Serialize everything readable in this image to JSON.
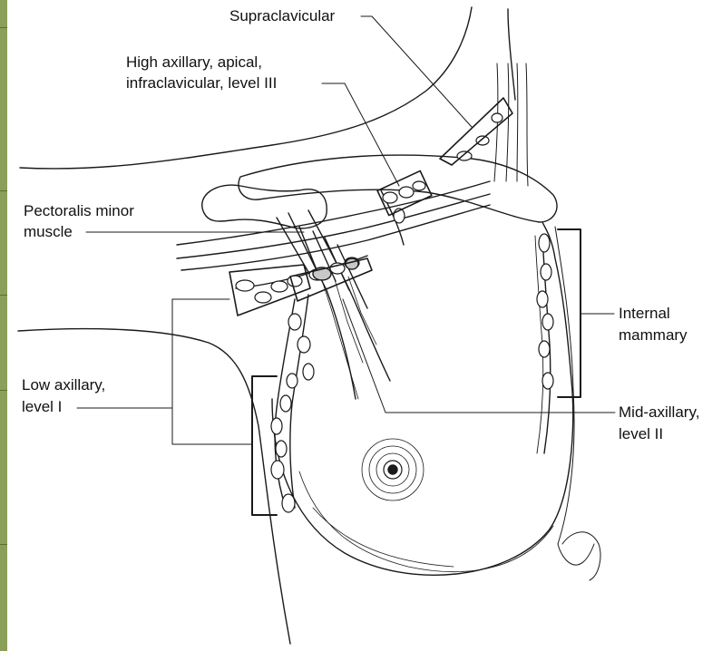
{
  "labels": {
    "supraclavicular": "Supraclavicular",
    "high_axillary_line1": "High axillary, apical,",
    "high_axillary_line2": "infraclavicular, level III",
    "pectoralis_line1": "Pectoralis minor",
    "pectoralis_line2": "muscle",
    "internal_line1": "Internal",
    "internal_line2": "mammary",
    "low_axillary_line1": "Low axillary,",
    "low_axillary_line2": "level I",
    "mid_axillary_line1": "Mid-axillary,",
    "mid_axillary_line2": "level II"
  },
  "colors": {
    "border_accent": "#8aa05a",
    "line": "#1a1a1a"
  }
}
